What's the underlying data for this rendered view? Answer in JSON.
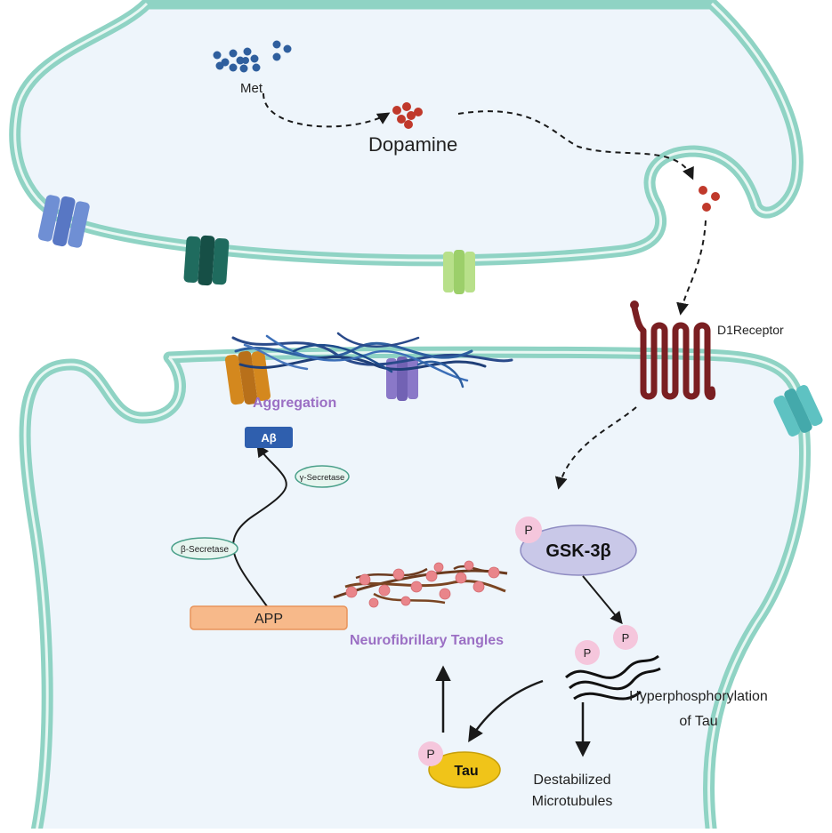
{
  "colors": {
    "membrane": "#8fd3c4",
    "cell_fill": "#eef5fb",
    "dopamine": "#c0392b",
    "met": "#2f5f9e",
    "receptor": "#7a1f22",
    "phospho_bubble": "#f5c6dc",
    "gsk_fill": "#c9c8e8",
    "tau_fill": "#f0c419",
    "app_fill": "#f7b98a",
    "abeta_fill": "#2f5fae",
    "label_purple": "#9b6fc4"
  },
  "labels": {
    "met": "Met",
    "dopamine": "Dopamine",
    "d1_receptor": "D1Receptor",
    "aggregation": "Aggregation",
    "abeta": "Aβ",
    "gamma_secretase": "γ-Secretase",
    "beta_secretase": "β-Secretase",
    "app": "APP",
    "neurofibrillary_tangles": "Neurofibrillary Tangles",
    "p": "P",
    "gsk3b": "GSK-3β",
    "hyperphosphorylation_line1": "Hyperphosphorylation",
    "hyperphosphorylation_line2": "of Tau",
    "tau": "Tau",
    "destabilized_line1": "Destabilized",
    "destabilized_line2": "Microtubules"
  },
  "icons": [
    "met-particles",
    "dopamine-particles",
    "ion-channel-icons",
    "d1-receptor-icon",
    "fibril-tangle-icon",
    "tau-strand-icon"
  ]
}
